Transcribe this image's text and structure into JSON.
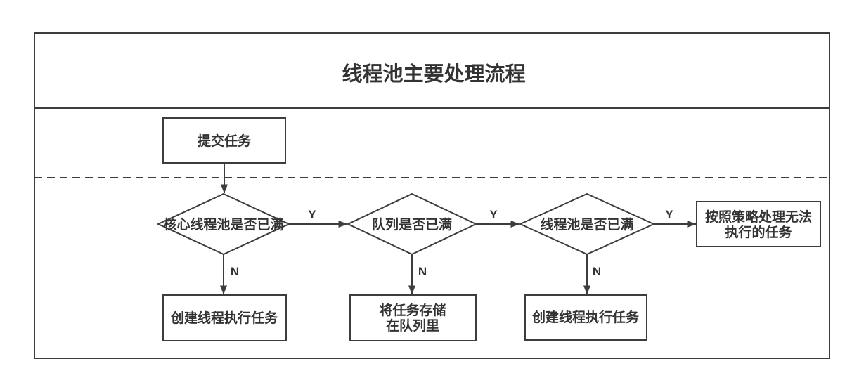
{
  "diagram": {
    "title": "线程池主要处理流程",
    "nodes": {
      "submit_task": {
        "label": "提交任务"
      },
      "core_pool_full": {
        "label": "核心线程池是否已满"
      },
      "queue_full": {
        "label": "队列是否已满"
      },
      "pool_full": {
        "label": "线程池是否已满"
      },
      "policy_handle": {
        "line1": "按照策略处理无法",
        "line2": "执行的任务"
      },
      "create_thread_1": {
        "label": "创建线程执行任务"
      },
      "store_in_queue": {
        "line1": "将任务存储",
        "line2": "在队列里"
      },
      "create_thread_2": {
        "label": "创建线程执行任务"
      }
    },
    "edge_labels": {
      "yes": "Y",
      "no": "N"
    },
    "colors": {
      "line": "#3d3d3d",
      "text": "#333333",
      "background": "#ffffff"
    }
  }
}
